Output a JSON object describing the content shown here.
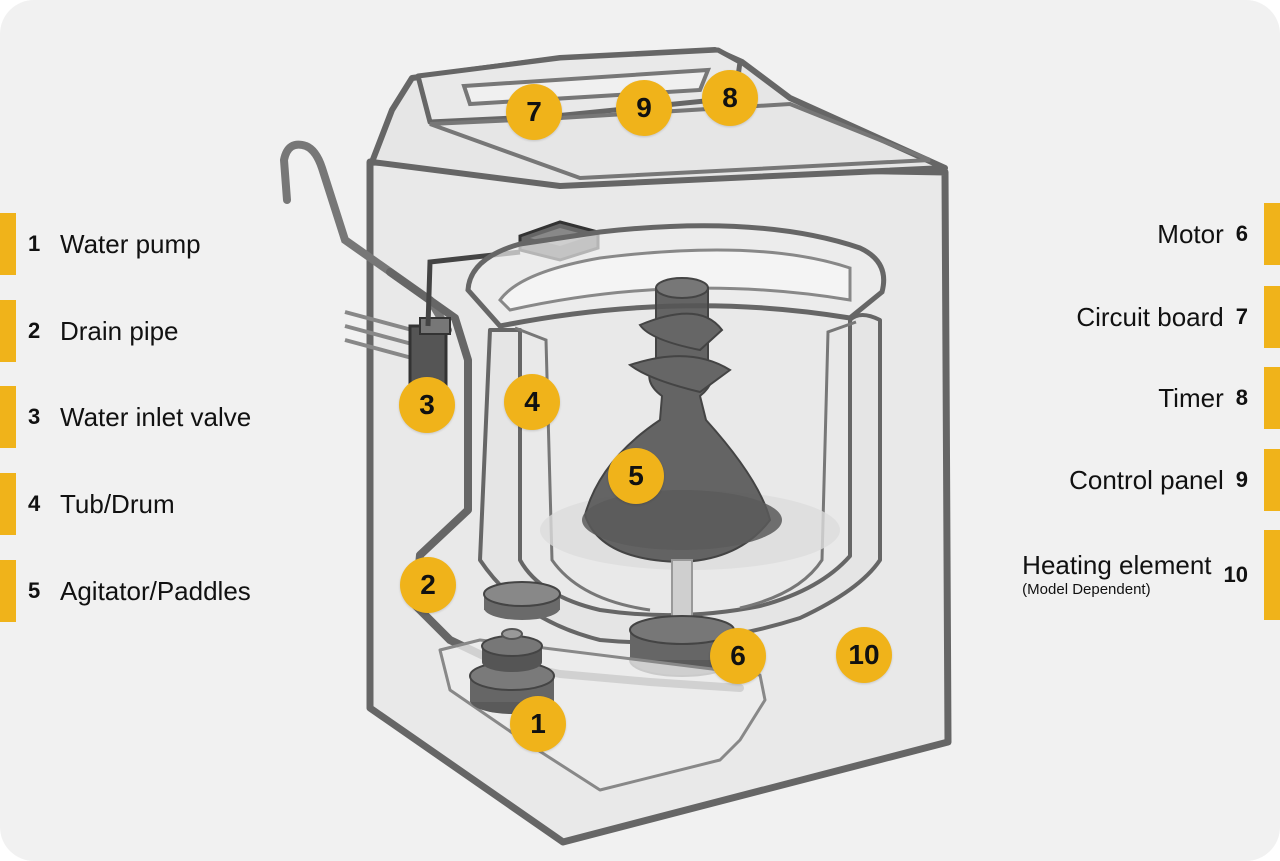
{
  "colors": {
    "accent": "#f0b31a",
    "background": "#f1f1f1",
    "outline": "#666666"
  },
  "legend_left": [
    {
      "number": "1",
      "label": "Water pump"
    },
    {
      "number": "2",
      "label": "Drain pipe"
    },
    {
      "number": "3",
      "label": "Water inlet valve"
    },
    {
      "number": "4",
      "label": "Tub/Drum"
    },
    {
      "number": "5",
      "label": "Agitator/Paddles"
    }
  ],
  "legend_right": [
    {
      "number": "6",
      "label": "Motor"
    },
    {
      "number": "7",
      "label": "Circuit board"
    },
    {
      "number": "8",
      "label": "Timer"
    },
    {
      "number": "9",
      "label": "Control panel"
    },
    {
      "number": "10",
      "label": "Heating element",
      "note": "(Model Dependent)"
    }
  ],
  "badges": [
    "7",
    "9",
    "8",
    "3",
    "4",
    "5",
    "2",
    "6",
    "10",
    "1"
  ]
}
